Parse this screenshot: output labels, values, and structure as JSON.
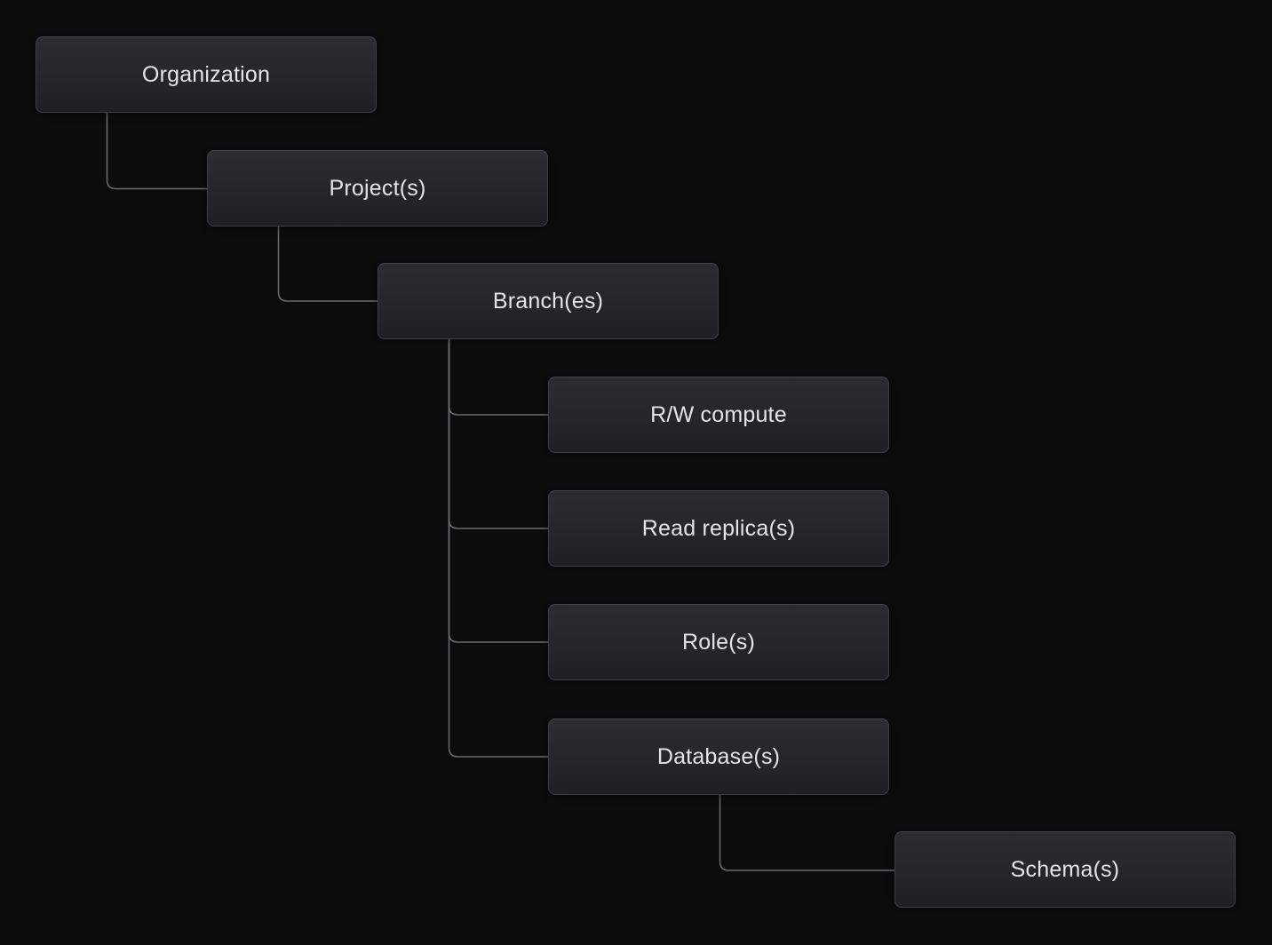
{
  "diagram": {
    "nodes": [
      {
        "id": "organization",
        "label": "Organization"
      },
      {
        "id": "projects",
        "label": "Project(s)"
      },
      {
        "id": "branches",
        "label": "Branch(es)"
      },
      {
        "id": "rw-compute",
        "label": "R/W compute"
      },
      {
        "id": "read-replicas",
        "label": "Read replica(s)"
      },
      {
        "id": "roles",
        "label": "Role(s)"
      },
      {
        "id": "databases",
        "label": "Database(s)"
      },
      {
        "id": "schemas",
        "label": "Schema(s)"
      }
    ],
    "edges": [
      {
        "from": "organization",
        "to": "projects"
      },
      {
        "from": "projects",
        "to": "branches"
      },
      {
        "from": "branches",
        "to": "rw-compute"
      },
      {
        "from": "branches",
        "to": "read-replicas"
      },
      {
        "from": "branches",
        "to": "roles"
      },
      {
        "from": "branches",
        "to": "databases"
      },
      {
        "from": "databases",
        "to": "schemas"
      }
    ],
    "colors": {
      "background": "#0c0c0d",
      "node_fill_top": "#2b2d32",
      "node_fill_bottom": "#1e2024",
      "node_border": "#3d3f45",
      "node_text": "#e3e4e7",
      "connector": "#6b6d72"
    }
  }
}
